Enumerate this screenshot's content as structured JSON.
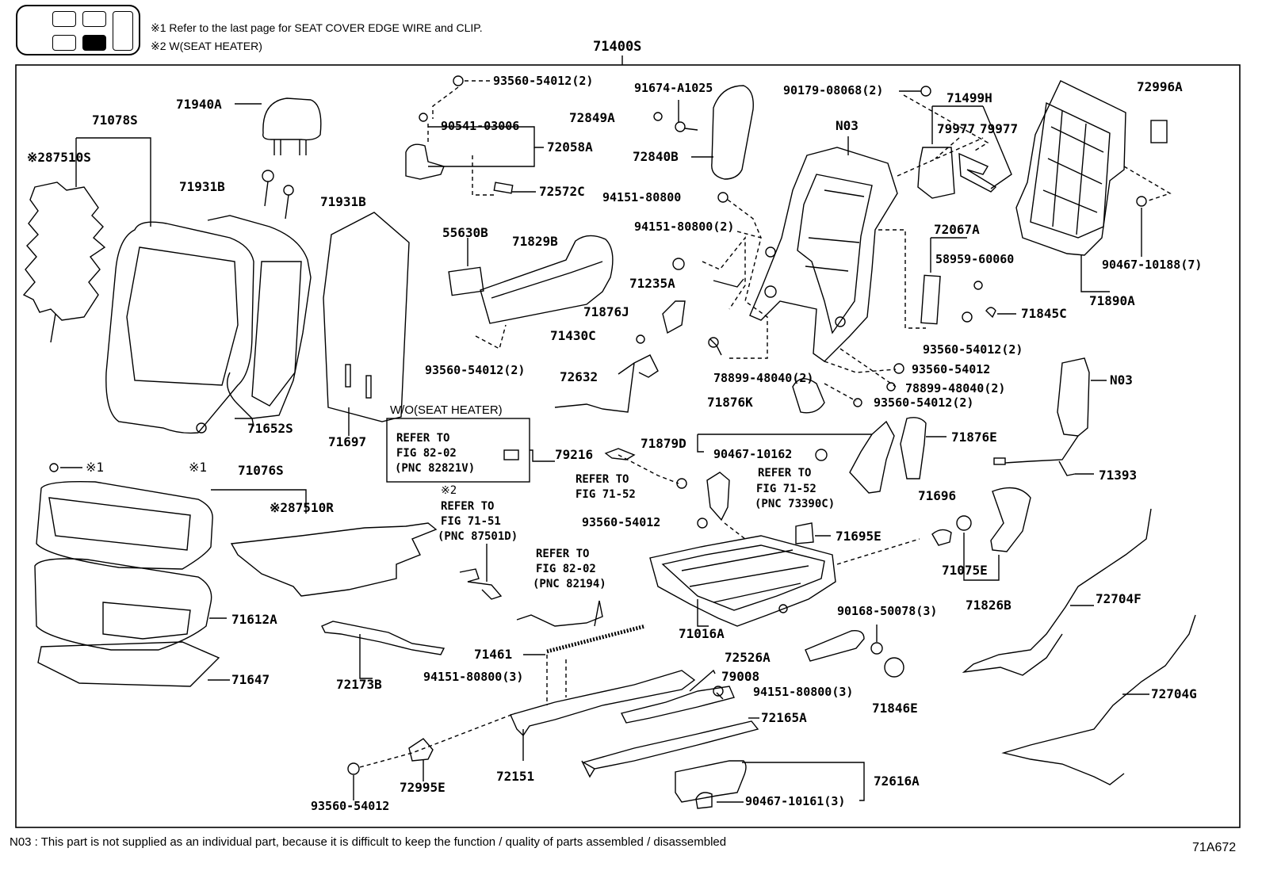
{
  "header": {
    "note1": "※1  Refer to the last page for SEAT COVER EDGE WIRE and CLIP.",
    "note2": "※2  W(SEAT HEATER)",
    "assembly": "71400S"
  },
  "footer": {
    "note": "N03 : This part is not supplied as an individual part, because it is difficult to keep the function / quality of parts assembled / disassembled",
    "figure_id": "71A672"
  },
  "parts": {
    "p71940A": "71940A",
    "p71078S": "71078S",
    "p87510S": "※287510S",
    "p71931B_1": "71931B",
    "p71931B_2": "71931B",
    "p93560_54012_2a": "93560-54012(2)",
    "p90541_03006": "90541-03006",
    "p72058A": "72058A",
    "p72572C": "72572C",
    "p91674_A1025": "91674-A1025",
    "p72849A": "72849A",
    "p72840B": "72840B",
    "p94151_80800_a": "94151-80800",
    "p94151_80800_2": "94151-80800(2)",
    "p90179_08068": "90179-08068(2)",
    "p71499H": "71499H",
    "p79977_a": "79977",
    "p79977_b": "79977",
    "pN03_top": "N03",
    "p72996A": "72996A",
    "p55630B": "55630B",
    "p71829B": "71829B",
    "p71235A": "71235A",
    "p71876J": "71876J",
    "p71430C": "71430C",
    "p72632": "72632",
    "p93560_54012_2b": "93560-54012(2)",
    "p72067A": "72067A",
    "p58959_60060": "58959-60060",
    "p71845C": "71845C",
    "p93560_54012_2c": "93560-54012(2)",
    "p90467_10188": "90467-10188(7)",
    "p71890A": "71890A",
    "p78899_48040_2a": "78899-48040(2)",
    "p93560_54012_b": "93560-54012",
    "p78899_48040_2b": "78899-48040(2)",
    "p71876K": "71876K",
    "p93560_54012_2d": "93560-54012(2)",
    "pN03_side": "N03",
    "p71652S": "71652S",
    "p71697": "71697",
    "wo_heater": "W/O(SEAT HEATER)",
    "refer_82_02_a": [
      "REFER TO",
      "FIG 82-02",
      "(PNC 82821V)"
    ],
    "p79216": "79216",
    "p71879D": "71879D",
    "p90467_10162": "90467-10162",
    "p71876E": "71876E",
    "p71393": "71393",
    "star1_left": "※1",
    "star1_mid": "※1",
    "p71076S": "71076S",
    "p87510R": "※287510R",
    "refer_71_51": [
      "※2",
      "REFER TO",
      "FIG 71-51",
      "(PNC 87501D)"
    ],
    "refer_71_52_a": [
      "REFER TO",
      "FIG 71-52"
    ],
    "refer_71_52_b": [
      "REFER TO",
      "FIG 71-52",
      "(PNC 73390C)"
    ],
    "p93560_54012_c": "93560-54012",
    "p71695E": "71695E",
    "p71696": "71696",
    "p71075E": "71075E",
    "p71826B": "71826B",
    "p72704F": "72704F",
    "refer_82_02_b": [
      "REFER TO",
      "FIG 82-02",
      "(PNC 82194)"
    ],
    "p71612A": "71612A",
    "p71647": "71647",
    "p72173B": "72173B",
    "p71461": "71461",
    "p94151_80800_3a": "94151-80800(3)",
    "p71016A": "71016A",
    "p90168_50078": "90168-50078(3)",
    "p72526A": "72526A",
    "p79008": "79008",
    "p94151_80800_3b": "94151-80800(3)",
    "p71846E": "71846E",
    "p72704G": "72704G",
    "p72165A": "72165A",
    "p72151": "72151",
    "p72995E": "72995E",
    "p93560_54012_d": "93560-54012",
    "p72616A": "72616A",
    "p90467_10161": "90467-10161(3)"
  }
}
